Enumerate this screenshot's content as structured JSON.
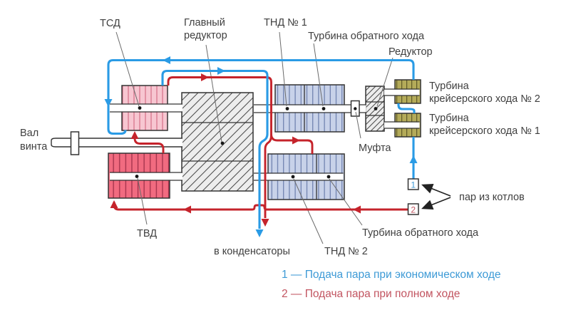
{
  "diagram": {
    "labels": {
      "tsd": "ТСД",
      "main_gearbox_l1": "Главный",
      "main_gearbox_l2": "редуктор",
      "tnd1": "ТНД № 1",
      "reverse_turbine_top": "Турбина обратного хода",
      "small_gearbox": "Редуктор",
      "cruise2_l1": "Турбина",
      "cruise2_l2": "крейсерского хода № 2",
      "cruise1_l1": "Турбина",
      "cruise1_l2": "крейсерского хода № 1",
      "propeller_shaft_l1": "Вал",
      "propeller_shaft_l2": "винта",
      "clutch": "Муфта",
      "tvd": "ТВД",
      "to_condensers": "в конденсаторы",
      "tnd2": "ТНД № 2",
      "reverse_turbine_bottom": "Турбина обратного хода",
      "steam_from_boilers": "пар из котлов",
      "marker1": "1",
      "marker2": "2"
    },
    "legend": {
      "item1": "1 — Подача пара при экономическом ходе",
      "item2": "2 — Подача пара при полном ходе"
    },
    "colors": {
      "economic-steam": "#2a9be5",
      "full-steam": "#c5232b",
      "legend-blue": "#3d9ad6",
      "legend-red": "#c25460",
      "label-text": "#3f3f3f",
      "gearbox-fill": "#ededed",
      "tsd-fill": "#f7c6d1",
      "tvd-fill": "#f16b80",
      "tnd-fill": "#c8d2e9",
      "cruise-fill": "#b4ab59"
    }
  }
}
